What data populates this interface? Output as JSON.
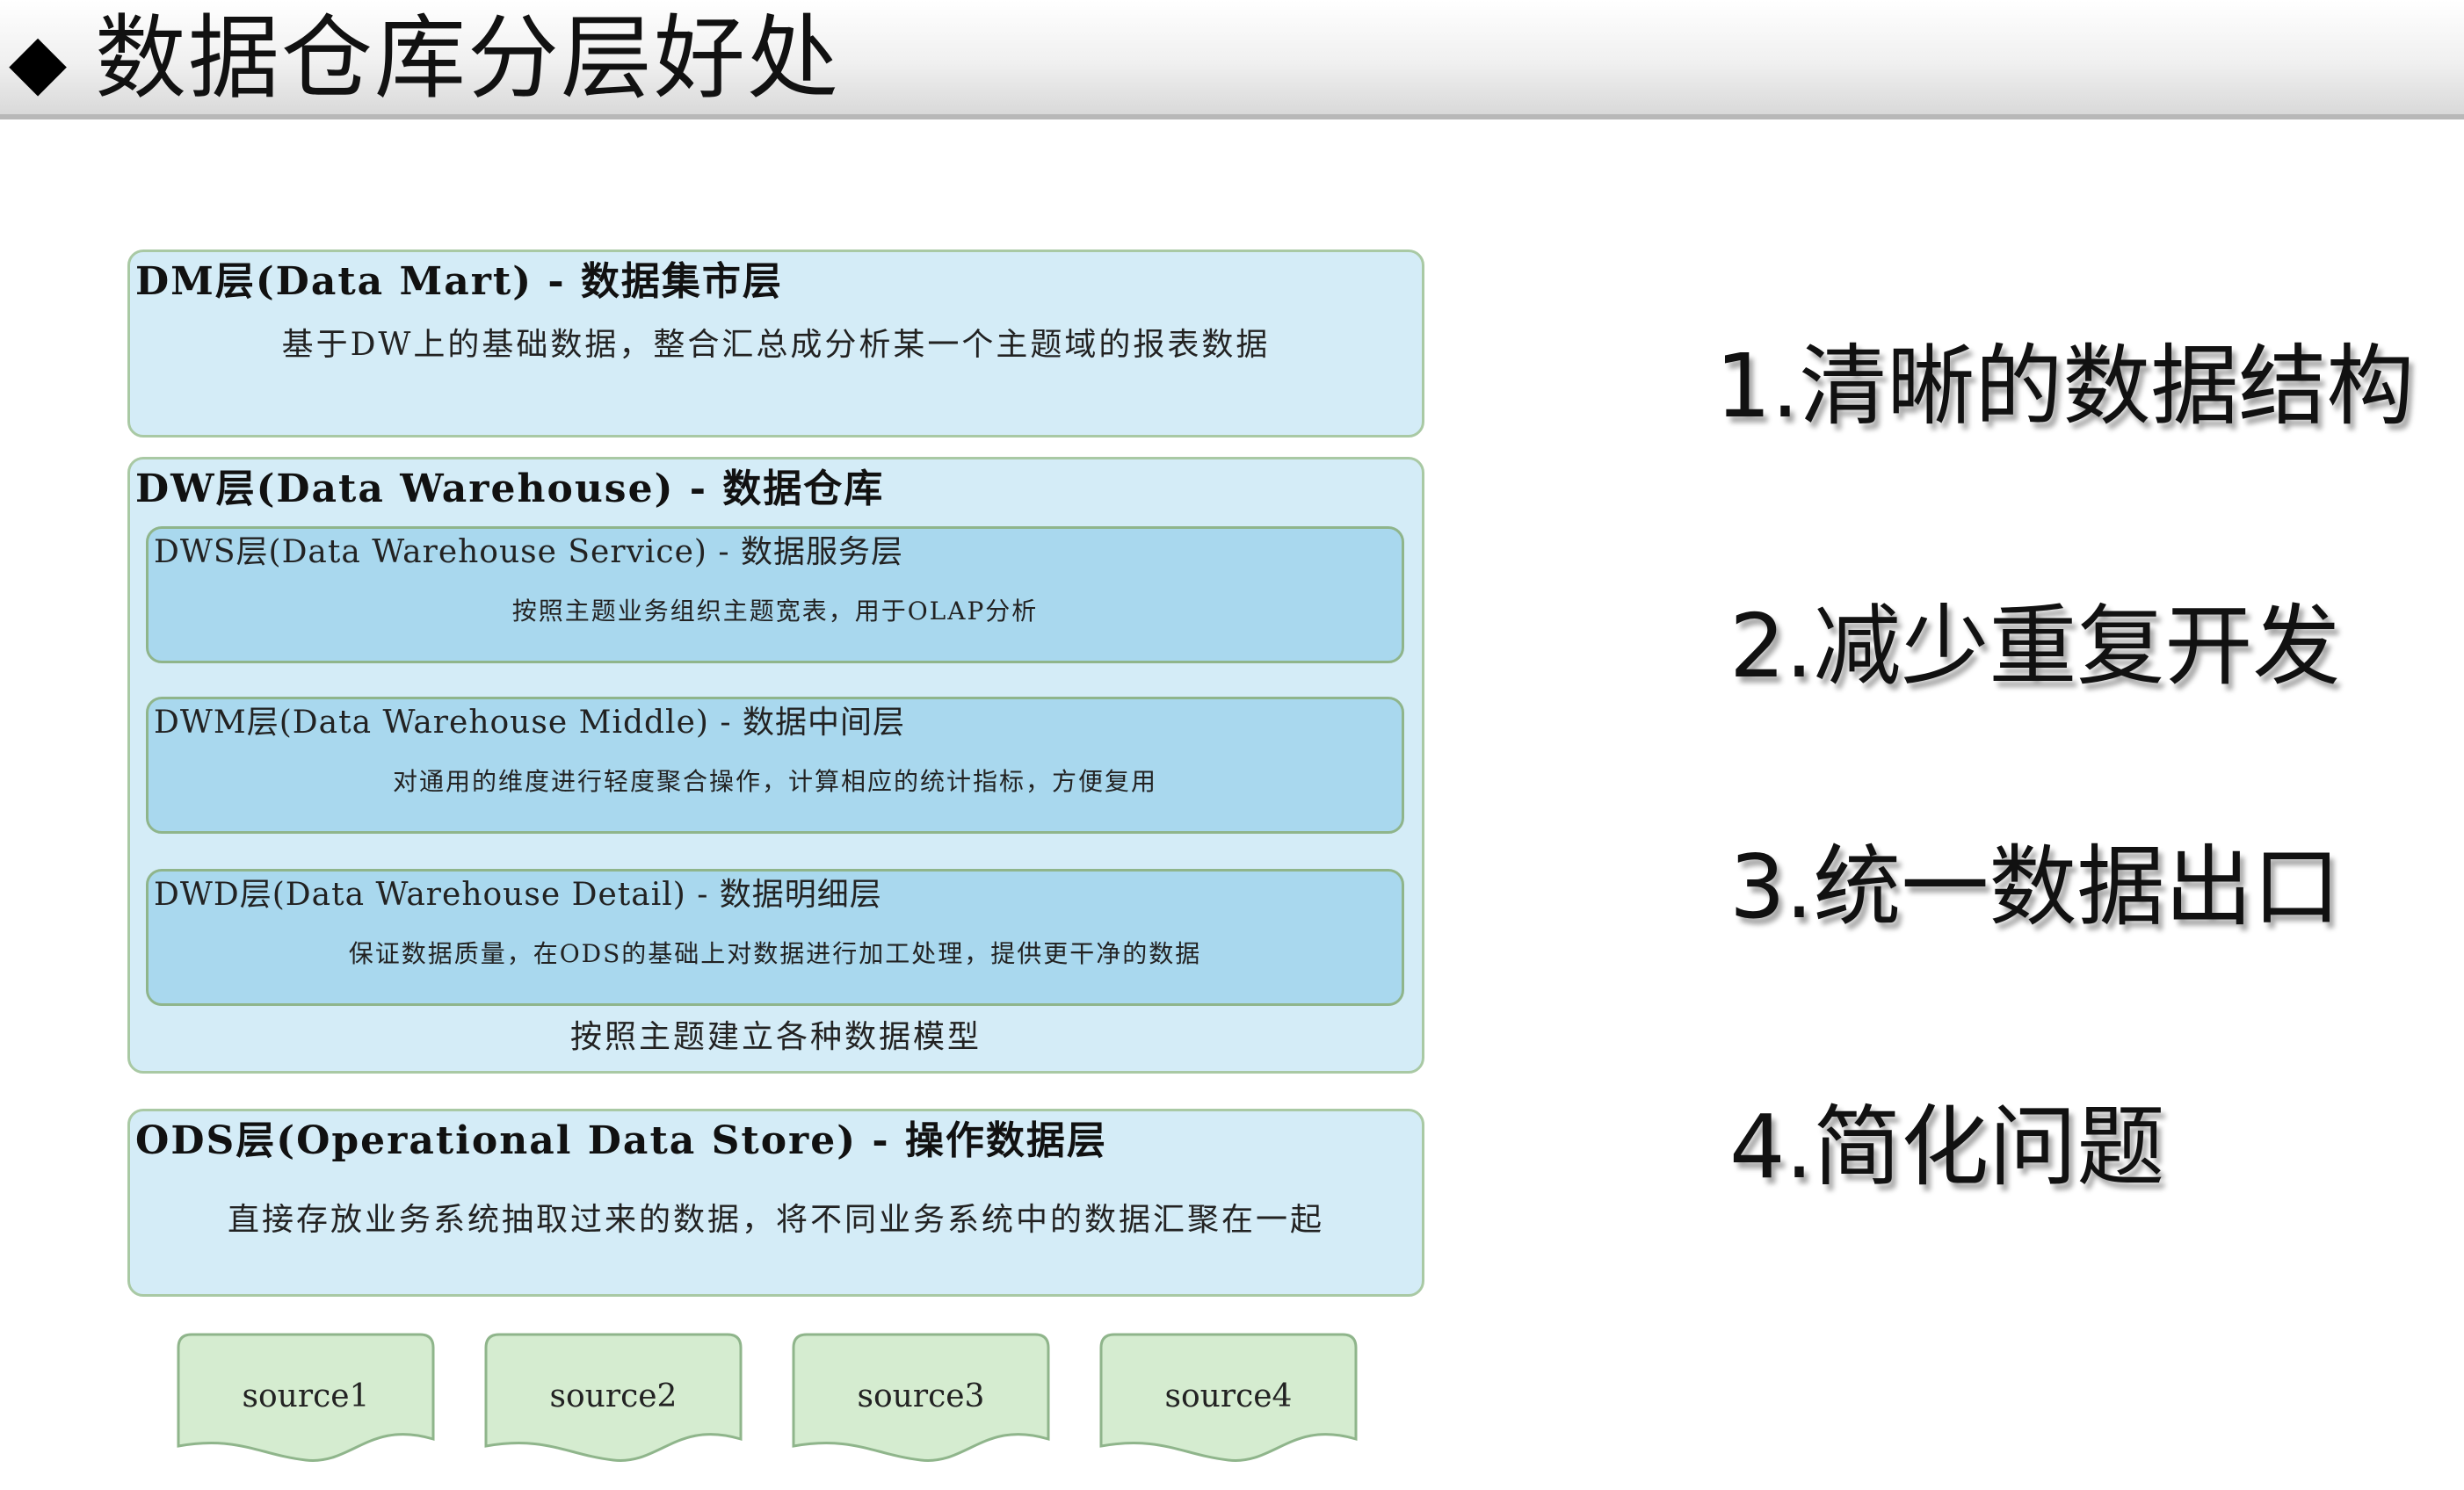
{
  "header": {
    "diamond": "◆",
    "title": "数据仓库分层好处"
  },
  "layers": {
    "dm": {
      "title": "DM层(Data Mart) - 数据集市层",
      "desc": "基于DW上的基础数据，整合汇总成分析某一个主题域的报表数据"
    },
    "dw": {
      "title": "DW层(Data Warehouse) - 数据仓库",
      "footer": "按照主题建立各种数据模型",
      "dws": {
        "title": "DWS层(Data Warehouse Service) - 数据服务层",
        "desc": "按照主题业务组织主题宽表，用于OLAP分析"
      },
      "dwm": {
        "title": "DWM层(Data Warehouse Middle) - 数据中间层",
        "desc": "对通用的维度进行轻度聚合操作，计算相应的统计指标，方便复用"
      },
      "dwd": {
        "title": "DWD层(Data Warehouse Detail) - 数据明细层",
        "desc": "保证数据质量，在ODS的基础上对数据进行加工处理，提供更干净的数据"
      }
    },
    "ods": {
      "title": "ODS层(Operational Data Store) - 操作数据层",
      "desc": "直接存放业务系统抽取过来的数据，将不同业务系统中的数据汇聚在一起"
    }
  },
  "sources": [
    "source1",
    "source2",
    "source3",
    "source4"
  ],
  "benefits": [
    "1.清晰的数据结构",
    "2.减少重复开发",
    "3.统一数据出口",
    "4.简化问题"
  ],
  "colors": {
    "outer_box": "#d4ecf7",
    "inner_box": "#a9d8ee",
    "source_box": "#d5ecd0",
    "border": "#a9c9a4"
  }
}
